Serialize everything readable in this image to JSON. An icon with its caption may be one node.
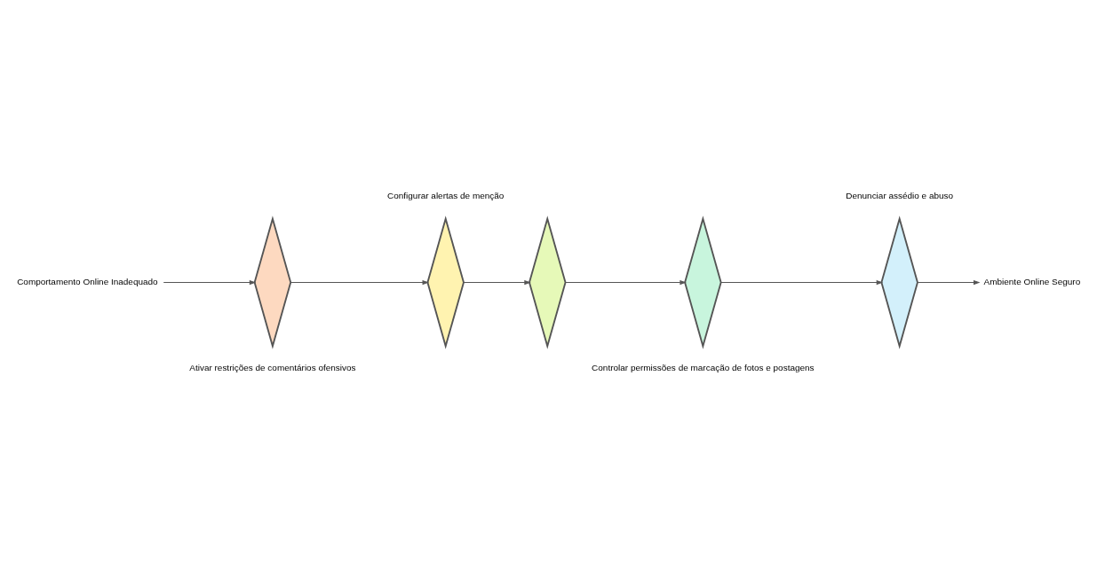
{
  "diagram": {
    "nodes": [
      {
        "text": [
          "Comportamento Online Inadequado"
        ]
      },
      {
        "text": [],
        "shape": "diamond",
        "beside": [
          "Ativar restrições de comentários ofensivos"
        ]
      },
      {
        "text": [],
        "shape": "diamond",
        "beside": [
          "Configurar alertas de menção"
        ]
      },
      {
        "text": [],
        "shape": "diamond"
      },
      {
        "text": [],
        "shape": "diamond",
        "beside": [
          "Controlar permissões de marcação de fotos e postagens"
        ]
      },
      {
        "text": [],
        "shape": "diamond",
        "beside": [
          "Denunciar assédio e abuso"
        ]
      },
      {
        "text": [
          "Ambiente Online Seguro"
        ]
      }
    ],
    "edges": [
      {
        "from": 0,
        "to": 1,
        "arrow": "to"
      },
      {
        "from": 1,
        "to": 2,
        "arrow": "to"
      },
      {
        "from": 2,
        "to": 3,
        "arrow": "to"
      },
      {
        "from": 3,
        "to": 4,
        "arrow": "to"
      },
      {
        "from": 4,
        "to": 5,
        "arrow": "to"
      },
      {
        "from": 5,
        "to": 6,
        "arrow": "to"
      }
    ]
  }
}
